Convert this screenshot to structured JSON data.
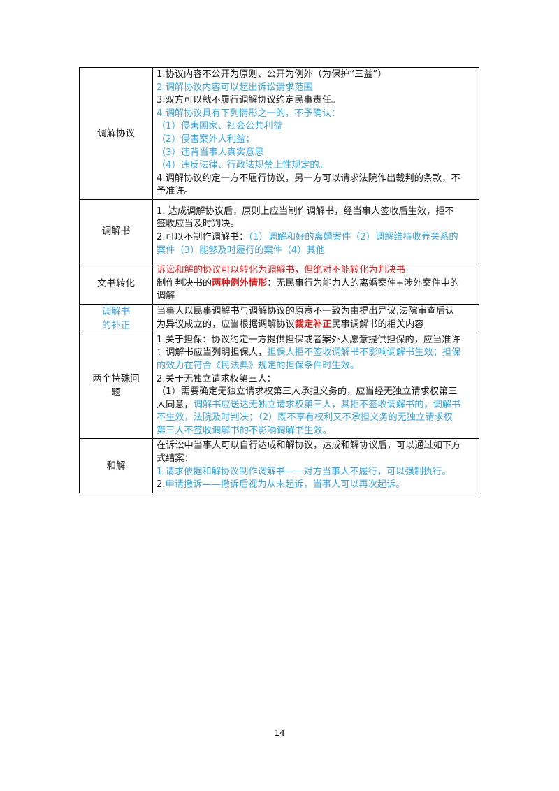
{
  "page_number": "14",
  "rows": {
    "xieyi": {
      "head": "调解协议",
      "l1": "1.协议内容不公开为原则、公开为例外（为保护“三益”）",
      "l2": "2.调解协议内容可以超出诉讼请求范围",
      "l3": "3.双方可以就不履行调解协议约定民事责任。",
      "l4": "4.调解协议具有下列情形之一的，不予确认：",
      "l5": "（1）侵害国家、社会公共利益",
      "l6": "（2）侵害案外人利益；",
      "l7": "（3）违背当事人真实意思",
      "l8": "（4）违反法律、行政法规禁止性规定的。",
      "l9": "4.调解协议约定一方不履行协议，另一方可以请求法院作出裁判的条款，不",
      "l10": "予准许。"
    },
    "tiaojieshu": {
      "head": "调解书",
      "l1": "1. 达成调解协议后，原则上应当制作调解书，经当事人签收后生效，拒不",
      "l2": "签收应当及时判决。",
      "l3a": "2.可以不制作调解书：",
      "l3b": "（1）调解和好的离婚案件（2）调解维持收养关系的",
      "l4": "案件（3）能够及时履行的案件（4）其他"
    },
    "zhuanhua": {
      "head": "文书转化",
      "l1": "诉讼和解的协议可以转化为调解书，但绝对不能转化为判决书",
      "l2a": "制作判决书的",
      "l2b": "两种例外情形",
      "l2c": "：无民事行为能力人的离婚案件+涉外案件中的",
      "l3": "调解"
    },
    "buzheng": {
      "head1": "调解书",
      "head2": "的补正",
      "l1": "当事人以民事调解书与调解协议的原意不一致为由提出异议,法院审查后认",
      "l2a": "为异议成立的，应当根据调解协议",
      "l2b": "裁定补正",
      "l2c": "民事调解书的相关内容"
    },
    "teshu": {
      "head1": "两个特殊问",
      "head2": "题",
      "l1": "1.关于担保：协议约定一方提供担保或者案外人愿意提供担保的，应当准许",
      "l2a": "；调解书应当列明担保人，",
      "l2b": "担保人拒不签收调解书不影响调解书生效；担保",
      "l3": "的效力在符合《民法典》规定的担保条件时生效。",
      "l4": "2.关于无独立请求权第三人：",
      "l5": "（1）需要确定无独立请求权第三人承担义务的，应当经无独立请求权第三",
      "l6a": "人同意，",
      "l6b": "调解书应送达无独立请求权第三人，其拒不签收调解书的，调解书",
      "l7a": "不生效，法院及时判决；",
      "l7b": "（2）既不享有权利又不承担义务的无独立请求权",
      "l8": "第三人不签收调解书的不影响调解书生效。"
    },
    "hejie": {
      "head": "和解",
      "l1": "在诉讼中当事人可以自行达成和解协议，达成和解协议后，可以通过如下方",
      "l2": "式结案：",
      "l3": "1.请求依据和解协议制作调解书——对方当事人不履行，可以强制执行。",
      "l4a": "2.",
      "l4b": "申请撤诉——撤诉后视为从未起诉，当事人可以再次起诉。"
    }
  }
}
